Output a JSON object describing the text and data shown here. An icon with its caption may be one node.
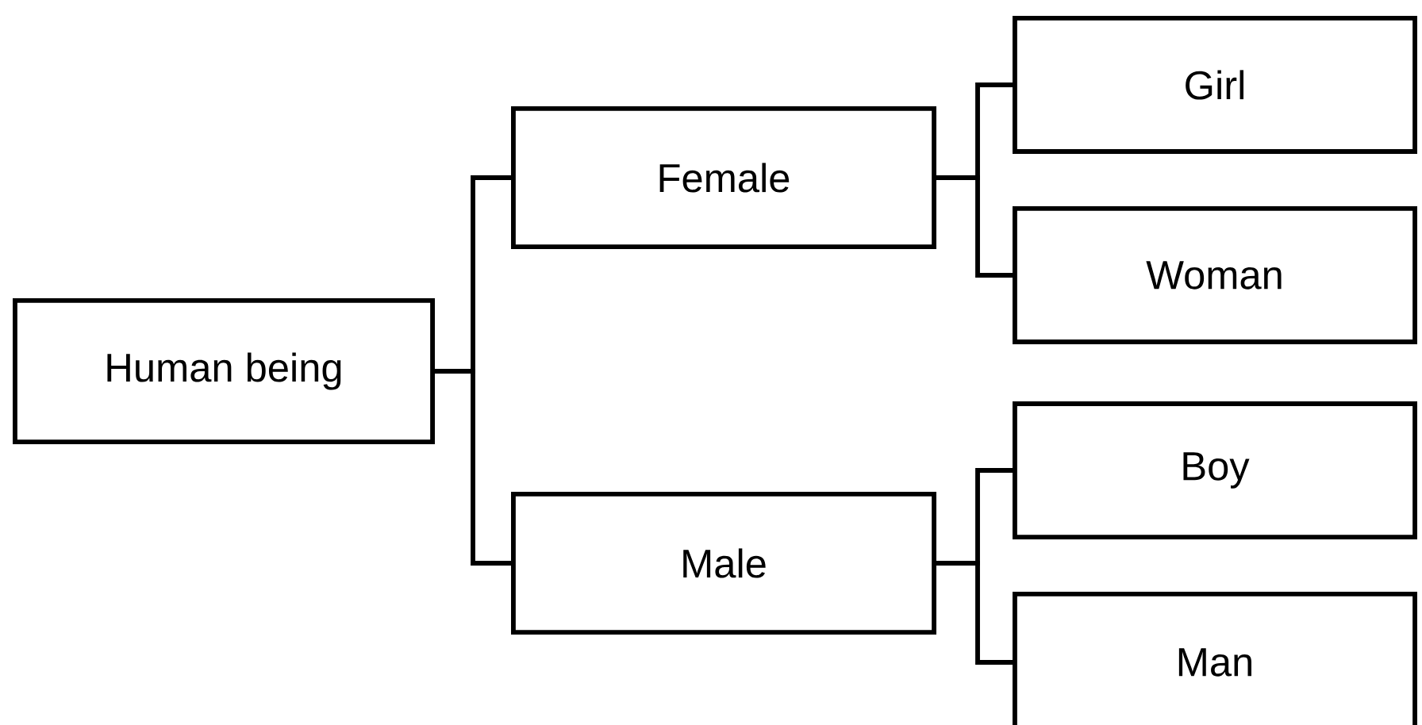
{
  "diagram": {
    "nodes": [
      {
        "text": [
          "Human being"
        ]
      },
      {
        "text": [
          "Female"
        ]
      },
      {
        "text": [
          "Male"
        ]
      },
      {
        "text": [
          "Girl"
        ]
      },
      {
        "text": [
          "Woman"
        ]
      },
      {
        "text": [
          "Boy"
        ]
      },
      {
        "text": [
          "Man"
        ]
      }
    ],
    "edges": [
      {
        "from": 0,
        "to": 1,
        "arrow": "none"
      },
      {
        "from": 0,
        "to": 2,
        "arrow": "none"
      },
      {
        "from": 1,
        "to": 3,
        "arrow": "none"
      },
      {
        "from": 1,
        "to": 4,
        "arrow": "none"
      },
      {
        "from": 2,
        "to": 5,
        "arrow": "none"
      },
      {
        "from": 2,
        "to": 6,
        "arrow": "none"
      }
    ]
  }
}
